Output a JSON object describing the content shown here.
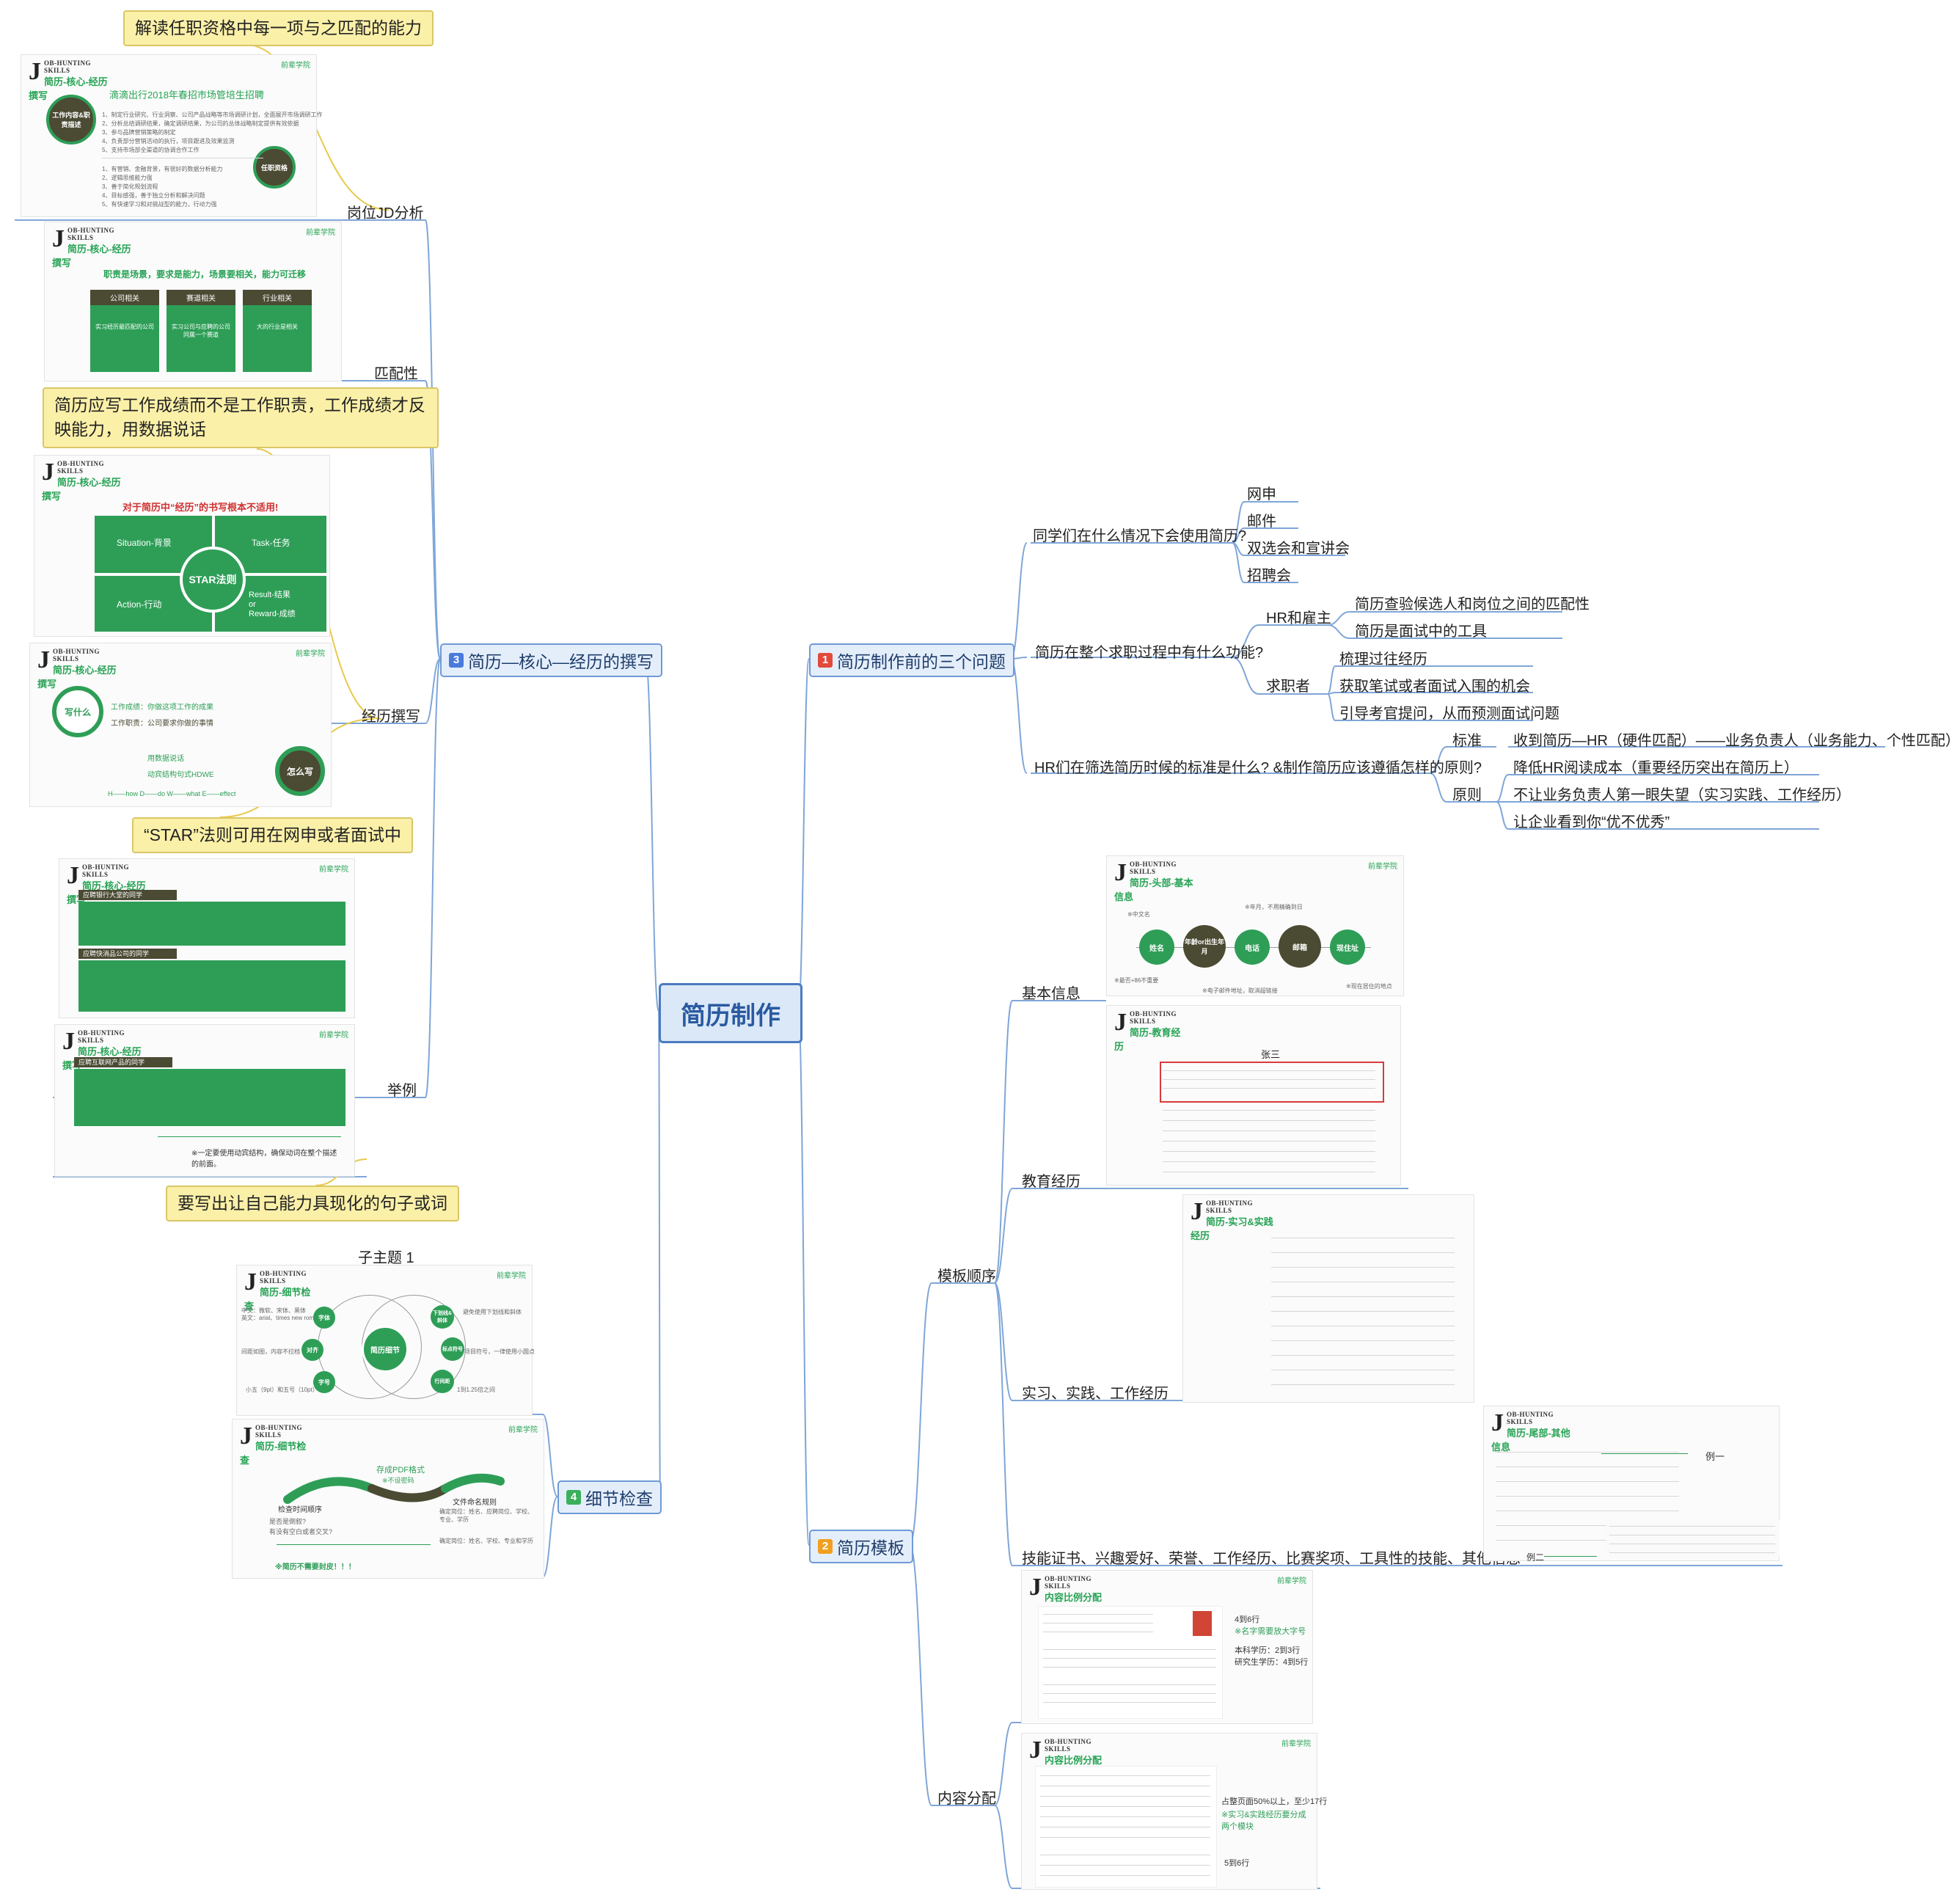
{
  "central": "简历制作",
  "colors": {
    "branch_line": "#7fa6d8",
    "callout_line": "#e8c94a",
    "accent_green": "#2e9e57",
    "dark_olive": "#4b4a33",
    "center_border": "#4a7bbf"
  },
  "branches": {
    "b1": {
      "num": "1",
      "label": "简历制作前的三个问题",
      "num_color": "#e24a3b"
    },
    "b2": {
      "num": "2",
      "label": "简历模板",
      "num_color": "#f0a020"
    },
    "b3": {
      "num": "3",
      "label": "简历—核心—经历的撰写",
      "num_color": "#4a7bdb"
    },
    "b4": {
      "num": "4",
      "label": "细节检查",
      "num_color": "#3bb05a"
    }
  },
  "b1": {
    "q1": "同学们在什么情况下会使用简历?",
    "q1_items": [
      "网申",
      "邮件",
      "双选会和宣讲会",
      "招聘会"
    ],
    "q2": "简历在整个求职过程中有什么功能?",
    "q2_hr": "HR和雇主",
    "q2_hr_items": [
      "简历查验候选人和岗位之间的匹配性",
      "简历是面试中的工具"
    ],
    "q2_seeker": "求职者",
    "q2_seeker_items": [
      "梳理过往经历",
      "获取笔试或者面试入围的机会",
      "引导考官提问，从而预测面试问题"
    ],
    "q3": "HR们在筛选简历时候的标准是什么? &制作简历应该遵循怎样的原则?",
    "q3_std": "标准",
    "q3_std_item": "收到简历—HR（硬件匹配）——业务负责人（业务能力、个性匹配）",
    "q3_pri": "原则",
    "q3_pri_items": [
      "降低HR阅读成本（重要经历突出在简历上）",
      "不让业务负责人第一眼失望（实习实践、工作经历）",
      "让企业看到你“优不优秀”"
    ]
  },
  "b2": {
    "order": "模板顺序",
    "basic": "基本信息",
    "edu": "教育经历",
    "intern": "实习、实践、工作经历",
    "other": "技能证书、兴趣爱好、荣誉、工作经历、比赛奖项、工具性的技能、其他信息",
    "content": "内容分配",
    "ex1": "例一",
    "ex2": "例二"
  },
  "b3": {
    "jd": "岗位JD分析",
    "match": "匹配性",
    "exp": "经历撰写",
    "example": "举例",
    "callout_jd": "解读任职资格中每一项与之匹配的能力",
    "callout_exp": "简历应写工作成绩而不是工作职责，工作成绩才反映能力，用数据说话",
    "callout_star": "“STAR”法则可用在网申或者面试中",
    "callout_words": "要写出让自己能力具现化的句子或词"
  },
  "b4": {
    "sub": "子主题 1"
  },
  "slides": {
    "skill": "OB-HUNTING SKILLS",
    "brand": "前辈学院",
    "s_jd": {
      "title": "简历-核心-经历撰写",
      "headline": "滴滴出行2018年春招市场管培生招聘",
      "left_circle": "工作内容&职责描述",
      "right_circle": "任职资格",
      "list1": [
        "1、制定行业研究、行业洞察、公司产品战略等市场调研计划，全面展开市场调研工作",
        "2、分析总结调研结果，确定调研结果，为公司的总体战略制定提供有效依据",
        "3、参与品牌营销策略的制定",
        "4、负责部分营销活动的执行，项目跟进及效果监测",
        "5、支持市场部全渠道的协调合作工作"
      ],
      "list2": [
        "1、有营销、金融背景，有很好的数据分析能力",
        "2、逻辑思维能力强",
        "3、善于简化规划流程",
        "4、目标感强，善于独立分析和解决问题",
        "5、有快速学习和对挑战型的能力，行动力强"
      ]
    },
    "s_match": {
      "title": "简历-核心-经历撰写",
      "headline": "职责是场景，要求是能力，场景要相关，能力可迁移",
      "cols": [
        {
          "h": "公司相关",
          "body": "实习经历最匹配的公司"
        },
        {
          "h": "赛道相关",
          "body": "实习公司与应聘的公司同属一个赛道"
        },
        {
          "h": "行业相关",
          "body": "大的行业是相关"
        }
      ]
    },
    "s_star": {
      "title": "简历-核心-经历撰写",
      "headline": "对于简历中“经历”的书写根本不适用!",
      "s": "Situation-背景",
      "t": "Task-任务",
      "a": "Action-行动",
      "r1": "Result-结果",
      "r2": "or",
      "r3": "Reward-成绩",
      "center": "STAR法则"
    },
    "s_write": {
      "title": "简历-核心-经历撰写",
      "what": "写什么",
      "how": "怎么写",
      "r1": "工作成绩：你做这项工作的成果",
      "r2": "工作职责：公司要求你做的事情",
      "r3": "用数据说话",
      "r4": "动宾结构句式HDWE",
      "foot": "H——how     D——do     W——what     E——effect"
    },
    "s_ex1": {
      "title": "简历-核心-经历撰写",
      "h1": "应聘银行大堂的同学",
      "h2": "应聘快消品公司的同学"
    },
    "s_ex2": {
      "title": "简历-核心-经历撰写",
      "h1": "应聘互联网产品的同学",
      "note": "※一定要使用动宾结构，确保动词在整个描述的前面。"
    },
    "s_basic": {
      "title": "简历-头部-基本信息",
      "circles": [
        "姓名",
        "年龄or出生年月",
        "电话",
        "邮箱",
        "现住址"
      ],
      "n1": "※中文名",
      "n2": "※年月，不用精确到日",
      "n3": "※最否+86不重要",
      "n4": "※电子邮件地址，取消超链接",
      "n5": "※现在居住的地点"
    },
    "s_edu": {
      "title": "简历-教育经历",
      "name": "张三"
    },
    "s_intern": {
      "title": "简历-实习&实践经历"
    },
    "s_other": {
      "title": "简历-尾部-其他信息"
    },
    "s_ratio1": {
      "title": "内容比例分配",
      "t1": "4到6行",
      "t2": "※名字需要放大字号",
      "t3": "本科学历：2到3行",
      "t4": "研究生学历：4到5行"
    },
    "s_ratio2": {
      "title": "内容比例分配",
      "t1": "占整页面50%以上，至少17行",
      "t2": "※实习&实践经历要分成两个模块",
      "t3": "5到6行"
    },
    "s_detail1": {
      "title": "简历-细节检查",
      "center": "简历细节",
      "l1": "中文：微软、宋体、黑体",
      "l2": "英文：arial、times new roman",
      "l3": "间距如图，内容不拉档",
      "l4": "小五（9pt）和五号（10pt）",
      "r1": "避免使用下划线和斜体",
      "r2": "项目符号，一律使用小圆点",
      "r3": "1到1.25倍之间",
      "c1": "字体",
      "c2": "对齐",
      "c3": "字号",
      "c4": "下划线&斜体",
      "c5": "标点符号",
      "c6": "行间距"
    },
    "s_detail2": {
      "title": "简历-细节检查",
      "pdf": "存成PDF格式",
      "pdf2": "※不设密码",
      "lt": "检查时间顺序",
      "lt1": "是否是倒叙?",
      "lt2": "有没有空白或者交叉?",
      "rt": "文件命名规则",
      "rt1": "确定岗位：姓名、应聘岗位、学校、专业、学历",
      "rt2": "确定岗位：姓名、学校、专业和学历",
      "foot": "※简历不需要封皮！！！"
    }
  }
}
